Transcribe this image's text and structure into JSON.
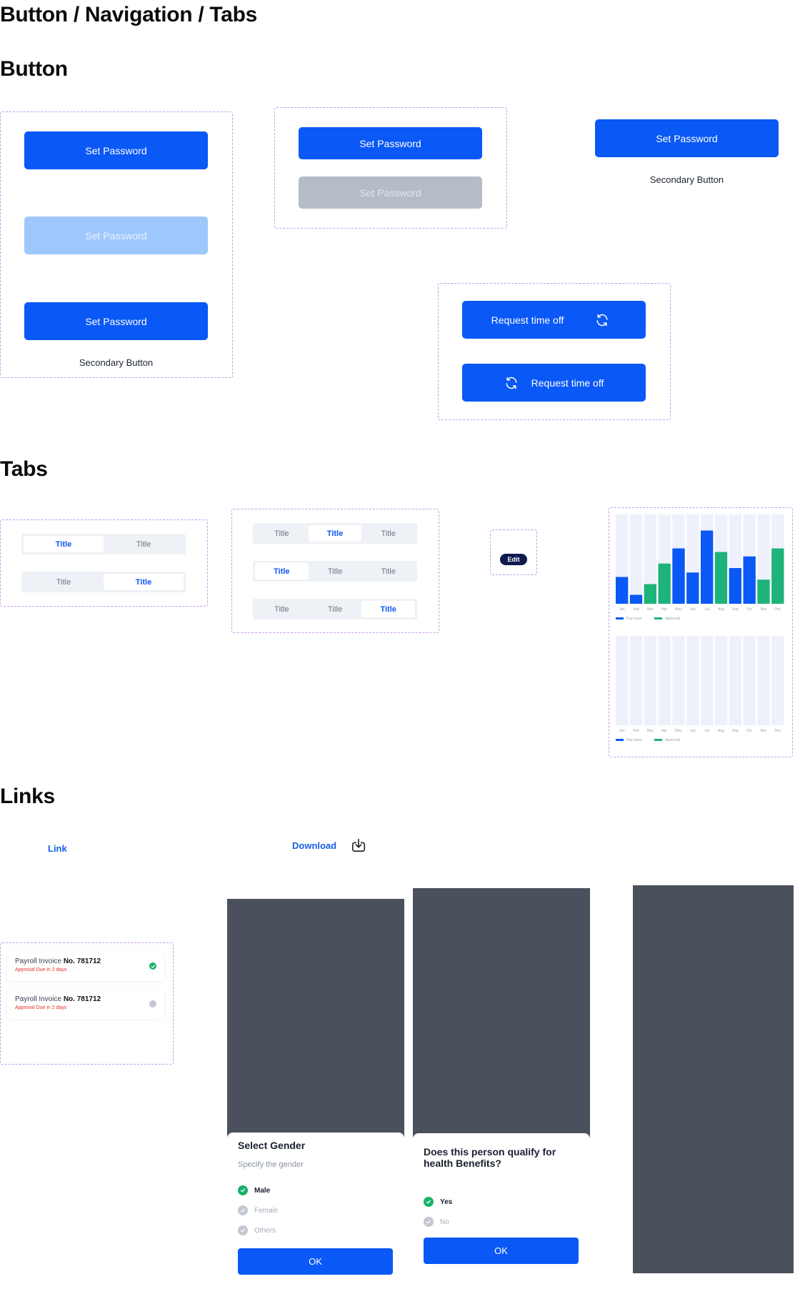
{
  "page_title": "Button / Navigation / Tabs",
  "sections": {
    "button": "Button",
    "tabs": "Tabs",
    "links": "Links"
  },
  "buttons": {
    "set_password": "Set Password",
    "secondary_caption": "Secondary Button",
    "request_time_off": "Request time off"
  },
  "tabs_small": {
    "rows": [
      {
        "items": [
          "Title",
          "Title"
        ],
        "active": 0
      },
      {
        "items": [
          "Title",
          "Title"
        ],
        "active": 1
      }
    ]
  },
  "tabs_large": {
    "rows": [
      {
        "items": [
          "Title",
          "Title",
          "Title"
        ],
        "active": 1
      },
      {
        "items": [
          "Title",
          "Title",
          "Title"
        ],
        "active": 0
      },
      {
        "items": [
          "Title",
          "Title",
          "Title"
        ],
        "active": 2
      }
    ]
  },
  "edit_label": "Edit",
  "colors": {
    "primary": "#0a58f5",
    "primary_light": "#9ec7fc",
    "disabled": "#b4bcc8",
    "series_green": "#1db37a",
    "track": "#eef1fb"
  },
  "chart_data": [
    {
      "type": "bar",
      "categories": [
        "Jan",
        "Feb",
        "Mar",
        "Apr",
        "May",
        "Jun",
        "Jul",
        "Aug",
        "Sep",
        "Oct",
        "Nov",
        "Dec"
      ],
      "values": [
        30,
        10,
        22,
        45,
        62,
        35,
        82,
        58,
        40,
        53,
        27,
        62
      ],
      "bar_colors": [
        "blue",
        "blue",
        "green",
        "green",
        "blue",
        "blue",
        "blue",
        "green",
        "blue",
        "blue",
        "green",
        "green"
      ],
      "legend": [
        "Pay Issue",
        "Approved"
      ],
      "ylim": [
        0,
        100
      ],
      "grid": false
    },
    {
      "type": "bar",
      "categories": [
        "Jan",
        "Feb",
        "Mar",
        "Apr",
        "May",
        "Jun",
        "Jul",
        "Aug",
        "Sep",
        "Oct",
        "Nov",
        "Dec"
      ],
      "values": [
        0,
        0,
        0,
        0,
        0,
        0,
        0,
        0,
        0,
        0,
        0,
        0
      ],
      "legend": [
        "Pay Issue",
        "Approved"
      ],
      "ylim": [
        0,
        100
      ],
      "grid": false
    }
  ],
  "links": {
    "link": "Link",
    "download": "Download"
  },
  "invoices": [
    {
      "prefix": "Payroll Invoice ",
      "number": "No. 781712",
      "sub": "Approval Due in 2 days",
      "status": "done"
    },
    {
      "prefix": "Payroll Invoice ",
      "number": "No. 781712",
      "sub": "Approval Due in 2 days",
      "status": "pending"
    }
  ],
  "gender_sheet": {
    "title": "Select Gender",
    "subtitle": "Specify the gender",
    "options": [
      {
        "label": "Male",
        "selected": true
      },
      {
        "label": "Female",
        "selected": false
      },
      {
        "label": "Others",
        "selected": false
      }
    ],
    "ok": "OK"
  },
  "benefits_sheet": {
    "title": "Does this person qualify for health Benefits?",
    "options": [
      {
        "label": "Yes",
        "selected": true
      },
      {
        "label": "No",
        "selected": false
      }
    ],
    "ok": "OK"
  }
}
